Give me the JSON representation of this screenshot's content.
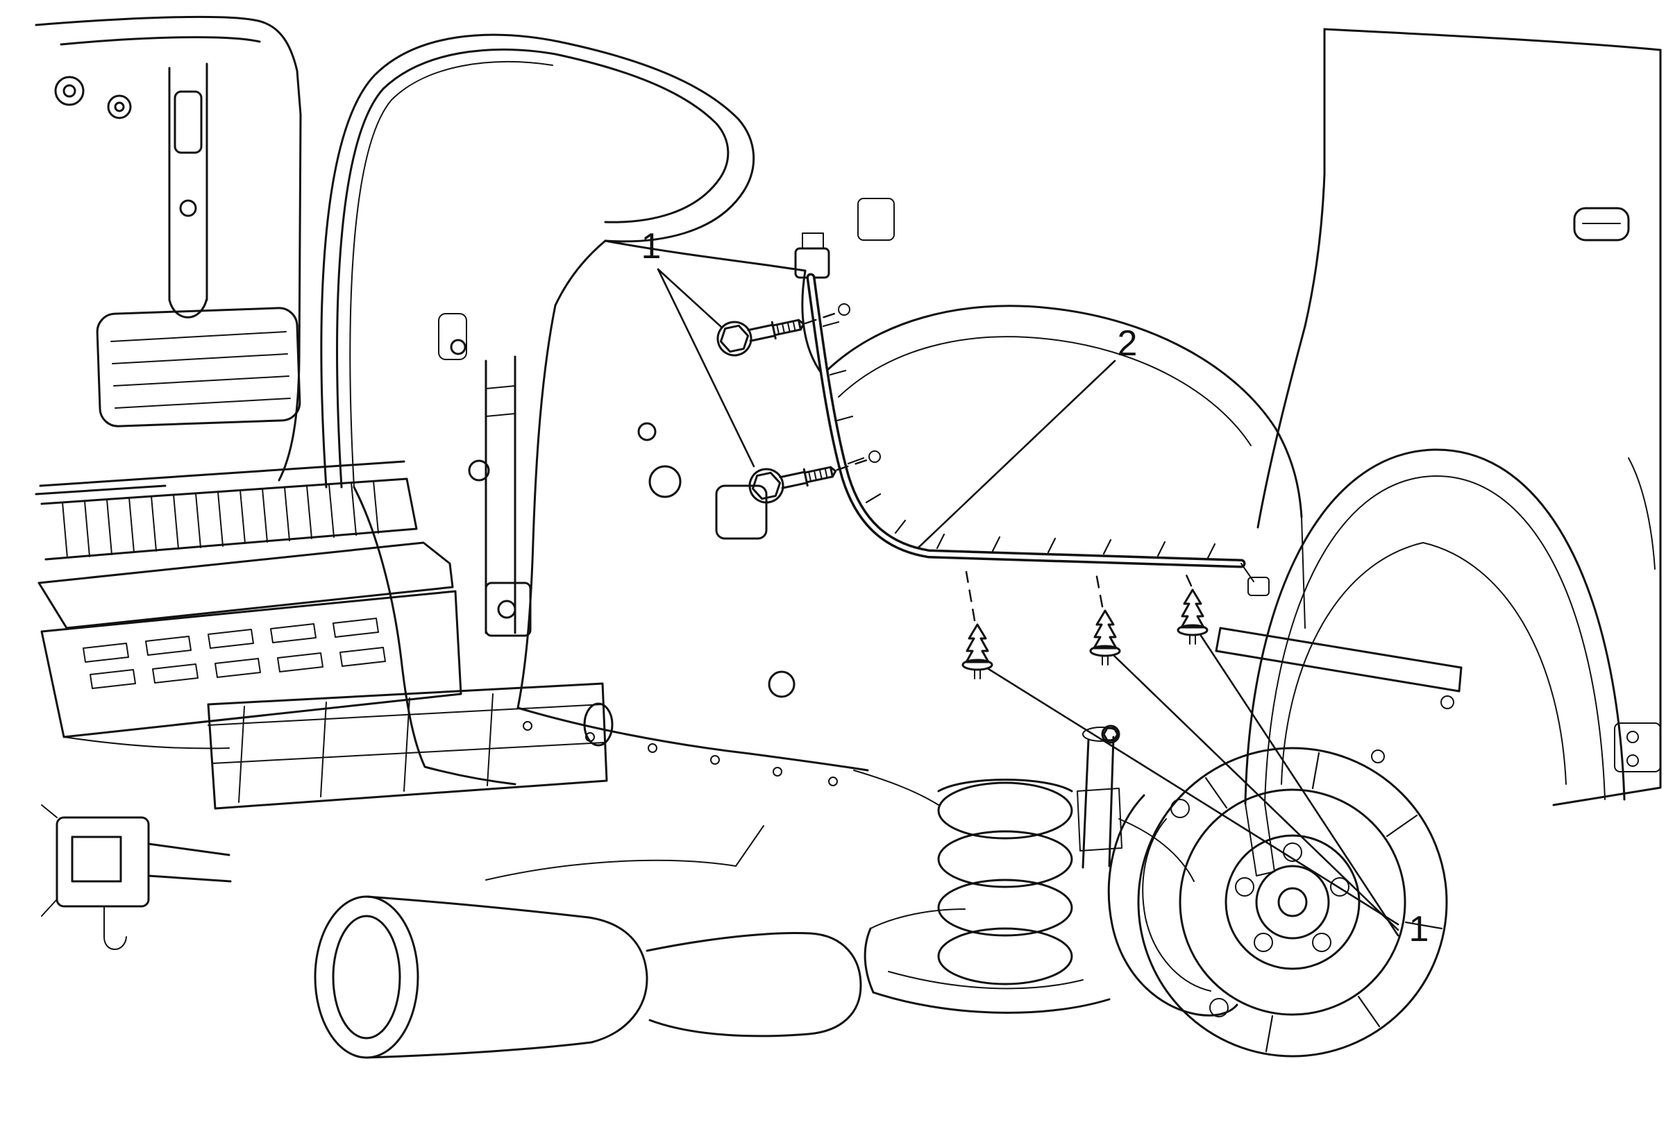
{
  "figure": {
    "background_color": "#ffffff",
    "line_color": "#111111",
    "callouts": {
      "top": {
        "label": "1"
      },
      "middle": {
        "label": "2"
      },
      "right": {
        "label": "1"
      }
    }
  }
}
